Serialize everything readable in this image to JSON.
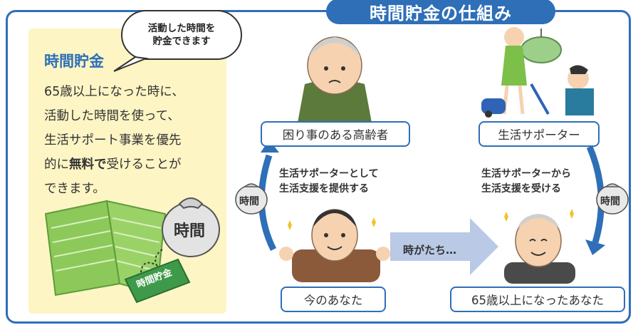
{
  "title": "時間貯金の仕組み",
  "bubble": {
    "line1": "活動した時間を",
    "line2": "貯金できます"
  },
  "panel": {
    "title": "時間貯金",
    "line1": "65歳以上になった時に、",
    "line2": "活動した時間を使って、",
    "line3": "生活サポート事業を優先",
    "line4_pre": "的に",
    "line4_bold": "無料で",
    "line4_post": "受けることが",
    "line5": "できます。"
  },
  "passbook": {
    "label": "時間貯金"
  },
  "bags": {
    "big_label": "時間",
    "left_label": "時間",
    "right_label": "時間"
  },
  "nodes": {
    "elderly": "困り事のある高齢者",
    "supporter": "生活サポーター",
    "you_now": "今のあなた",
    "you_future": "65歳以上になったあなた"
  },
  "captions": {
    "left_line1": "生活サポーターとして",
    "left_line2": "生活支援を提供する",
    "right_line1": "生活サポーターから",
    "right_line2": "生活支援を受ける"
  },
  "time_passes": "時がたち…",
  "colors": {
    "accent": "#2e6fb7",
    "panel_bg": "#fdf5c4",
    "arrow_fill": "#b9c9e6"
  }
}
